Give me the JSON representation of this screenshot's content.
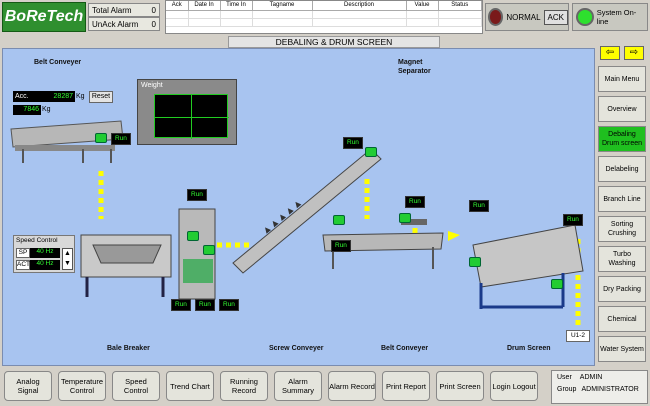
{
  "logo": {
    "text": "BoReTech"
  },
  "header": {
    "total_alarm_label": "Total Alarm",
    "total_alarm_value": "0",
    "unack_alarm_label": "UnAck Alarm",
    "unack_alarm_value": "0",
    "alarm_columns": [
      "Ack",
      "Date In",
      "Time In",
      "Tagname",
      "Description",
      "Value",
      "Status"
    ],
    "normal_label": "NORMAL",
    "ack_label": "ACK",
    "online_label": "System On-line"
  },
  "title": "DEBALING & DRUM SCREEN",
  "canvas": {
    "labels": {
      "belt_conveyer_top": "Belt Conveyer",
      "magnet_1": "Magnet",
      "magnet_2": "Separator",
      "bale_breaker": "Bale Breaker",
      "screw_conveyer": "Screw Conveyer",
      "belt_conveyer_bottom": "Belt Conveyer",
      "drum_screen": "Drum Screen",
      "weight": "Weight",
      "speed_control": "Speed Control",
      "u12": "U1-2"
    },
    "acc_label": "Acc.",
    "acc_value": "28287",
    "acc_unit": "Kg",
    "reset_label": "Reset",
    "weight_value": "7846",
    "weight_unit": "Kg",
    "sp_label": "SP",
    "sp_value": "40 Hz",
    "act_label": "ACT",
    "act_value": "40 Hz",
    "run_label": "Run"
  },
  "nav": {
    "items": [
      "Main Menu",
      "Overview",
      "Debaling Drum screen",
      "Delabeling",
      "Branch Line",
      "Sorting Crushing",
      "Turbo Washing",
      "Dry Packing",
      "Chemical",
      "Water System"
    ],
    "active_index": 2
  },
  "bottom": {
    "buttons": [
      "Analog Signal",
      "Temperature Control",
      "Speed Control",
      "Trend Chart",
      "Running Record",
      "Alarm Summary",
      "Alarm Record",
      "Print Report",
      "Print Screen",
      "Login Logout"
    ]
  },
  "user": {
    "user_label": "User",
    "user_value": "ADMIN",
    "group_label": "Group",
    "group_value": "ADMINISTRATOR"
  },
  "colors": {
    "accent_green": "#1fbf1f",
    "canvas_bg": "#a8c4f0",
    "run_text": "#33ff33"
  }
}
